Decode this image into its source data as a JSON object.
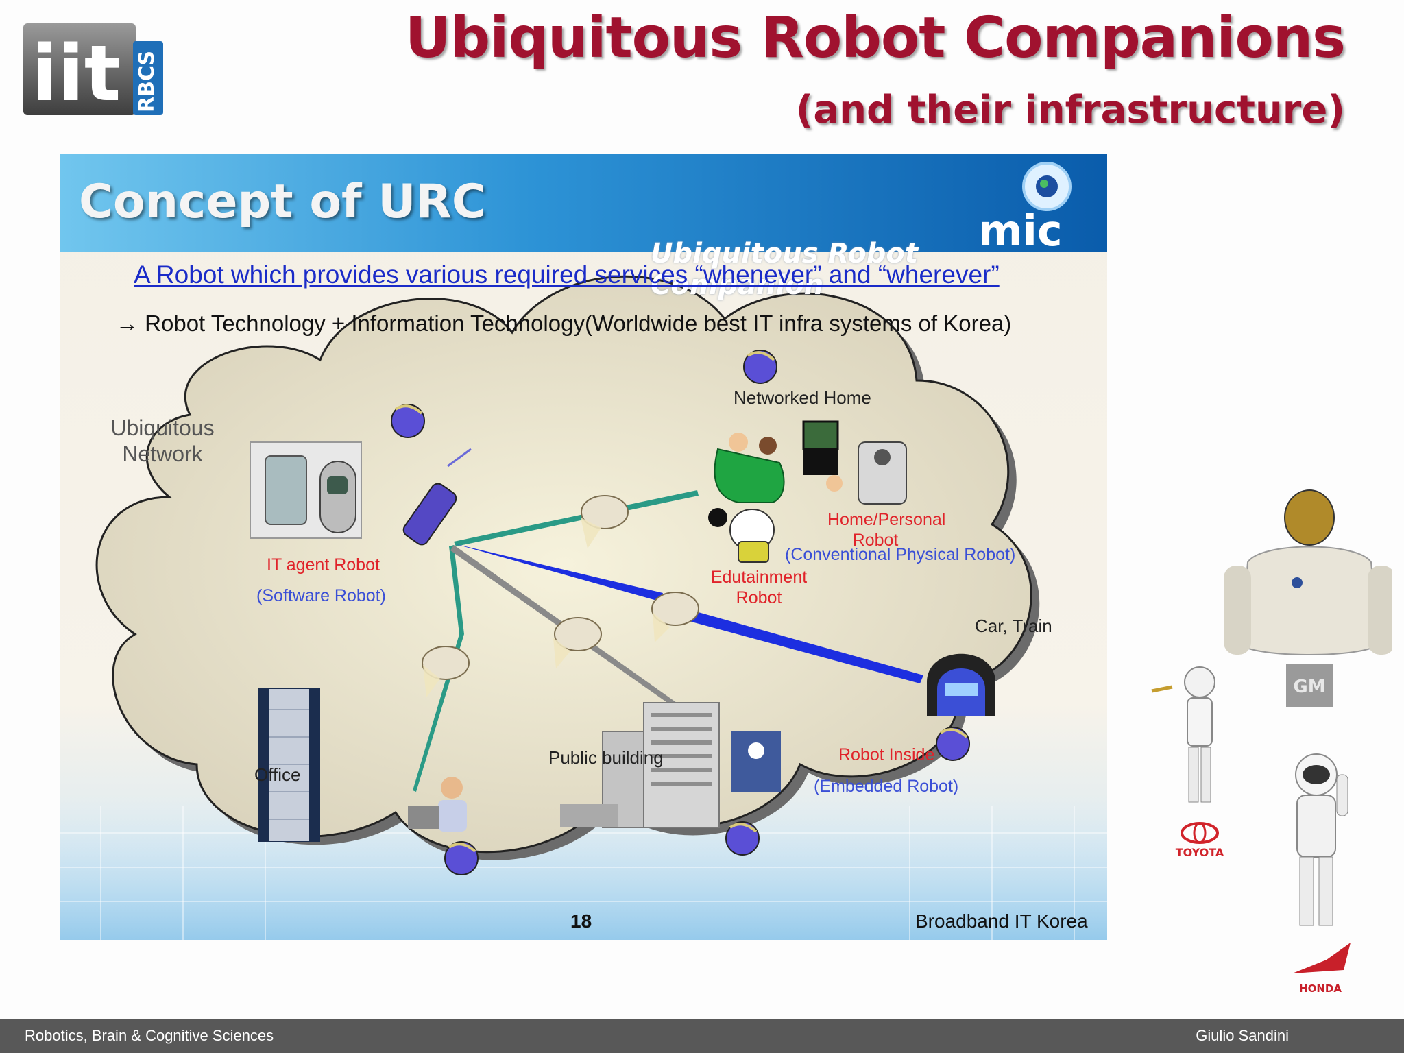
{
  "header": {
    "logo_text": "iit",
    "logo_subtext": "RBCS",
    "title": "Ubiquitous Robot Companions",
    "subtitle": "(and their infrastructure)"
  },
  "slide": {
    "title": "Concept of URC",
    "overlay_text": "Ubiquitous Robot Companion",
    "tagline": "A Robot which provides various required services “whenever” and “wherever”",
    "arrow_line": "→ Robot Technology + Information Technology(Worldwide best IT infra systems of Korea)",
    "mic_logo_text": "mic",
    "labels": {
      "ubiquitous_network": "Ubiquitous Network",
      "networked_home": "Networked Home",
      "it_agent_robot": "IT agent Robot",
      "software_robot": "(Software Robot)",
      "home_personal_robot": "Home/Personal Robot",
      "conventional_robot": "(Conventional Physical Robot)",
      "edutainment_robot": "Edutainment Robot",
      "car_train": "Car, Train",
      "public_building": "Public building",
      "office": "Office",
      "robot_inside": "Robot Inside",
      "embedded_robot": "(Embedded Robot)"
    },
    "page_number": "18",
    "source": "Broadband IT Korea"
  },
  "side_logos": {
    "gm": "GM",
    "toyota": "TOYOTA",
    "honda": "HONDA"
  },
  "footer": {
    "left": "Robotics, Brain & Cognitive Sciences",
    "right": "Giulio Sandini"
  },
  "colors": {
    "title": "#a0122f",
    "footer_bar": "#585858",
    "header_gradient_start": "#71c6ee",
    "header_gradient_end": "#0a5cab",
    "label_red": "#e0232a",
    "label_blue": "#3a4fd6"
  }
}
